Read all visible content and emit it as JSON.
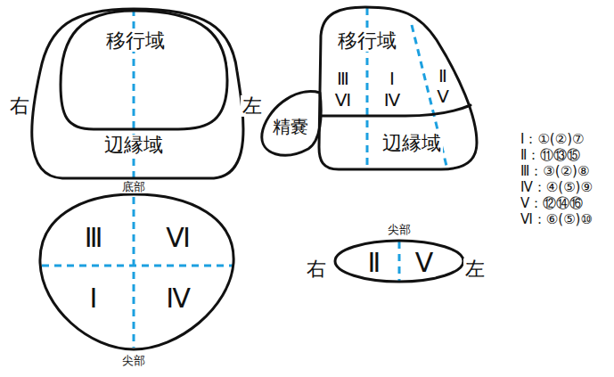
{
  "diagram": {
    "nodes": [
      {
        "text": [
          "辺縁域"
        ]
      },
      {
        "text": [
          "移行域"
        ],
        "in": 0
      },
      {
        "text": [
          "精嚢"
        ]
      },
      {
        "text": [
          "移行域",
          "Ⅲ",
          "Ⅰ",
          "Ⅱ",
          "Ⅵ",
          "Ⅳ",
          "Ⅴ",
          "辺縁域"
        ]
      },
      {
        "text": [
          "Ⅲ",
          "Ⅵ",
          "Ⅰ",
          "Ⅳ"
        ]
      },
      {
        "text": [
          "Ⅱ",
          "Ⅴ"
        ]
      }
    ],
    "labels": [
      "右",
      "左",
      "底部",
      "尖部",
      "尖部",
      "右",
      "左",
      "Ⅰ：①(②)⑦",
      "Ⅱ：⑪⑬⑮",
      "Ⅲ：③(②)⑧",
      "Ⅳ：④(⑤)⑨",
      "Ⅴ：⑫⑭⑯",
      "Ⅵ：⑥(⑤)⑩"
    ]
  }
}
